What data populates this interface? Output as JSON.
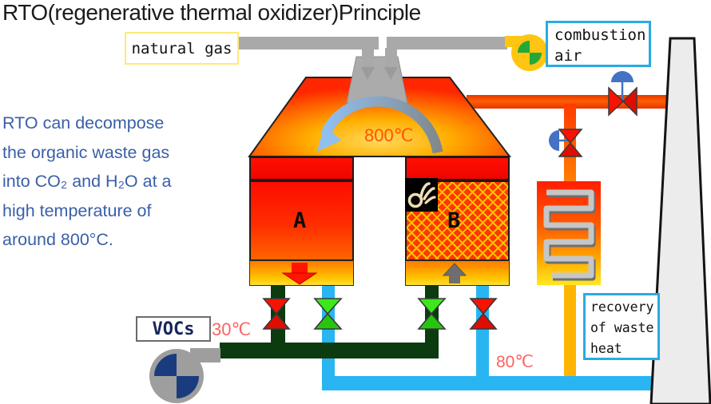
{
  "title": "RTO(regenerative thermal oxidizer)Principle",
  "description": {
    "lines": [
      "RTO can decompose",
      "the organic waste gas",
      "into CO₂ and H₂O at a",
      "high temperature of",
      "around 800°C."
    ]
  },
  "equipment": {
    "natural_gas_label": "natural gas",
    "combustion_air": {
      "line1": "combustion",
      "line2": "air"
    },
    "vocs_label": "VOCs",
    "recovery": {
      "line1": "recovery",
      "line2": "of waste",
      "line3": "heat"
    },
    "chamber_a_label": "A",
    "chamber_b_label": "B"
  },
  "temperatures": {
    "combustion_chamber": "800℃",
    "voc_inlet": "30℃",
    "clean_gas_outlet": "80℃"
  },
  "icons": {
    "vocs_fan": "blower-fan-icon",
    "combustion_air_fan": "blower-fan-icon",
    "ok_hand": "ok-hand-icon",
    "flow_arc": "curved-flow-arrow-icon",
    "valves": "bowtie-valve-icon",
    "heat_exchanger_coil": "serpentine-coil-icon",
    "chimney": "stack-chimney"
  },
  "colors": {
    "hot_gas_pipe": "#ff4500",
    "voc_pipe_dark_green": "#0b3b0f",
    "clean_gas_pipe_blue": "#29b5f2",
    "warm_gas_pipe_amber": "#ffb400",
    "valve_red": "#f21000",
    "valve_green": "#35e515",
    "actuator_blue": "#4472c4",
    "box_border_blue": "#29abe2",
    "box_border_yellow": "#ffe878",
    "description_text_blue": "#3a5fa8",
    "temperature_text_red": "#ff6161",
    "combustion_temp_text": "#ff5400"
  }
}
